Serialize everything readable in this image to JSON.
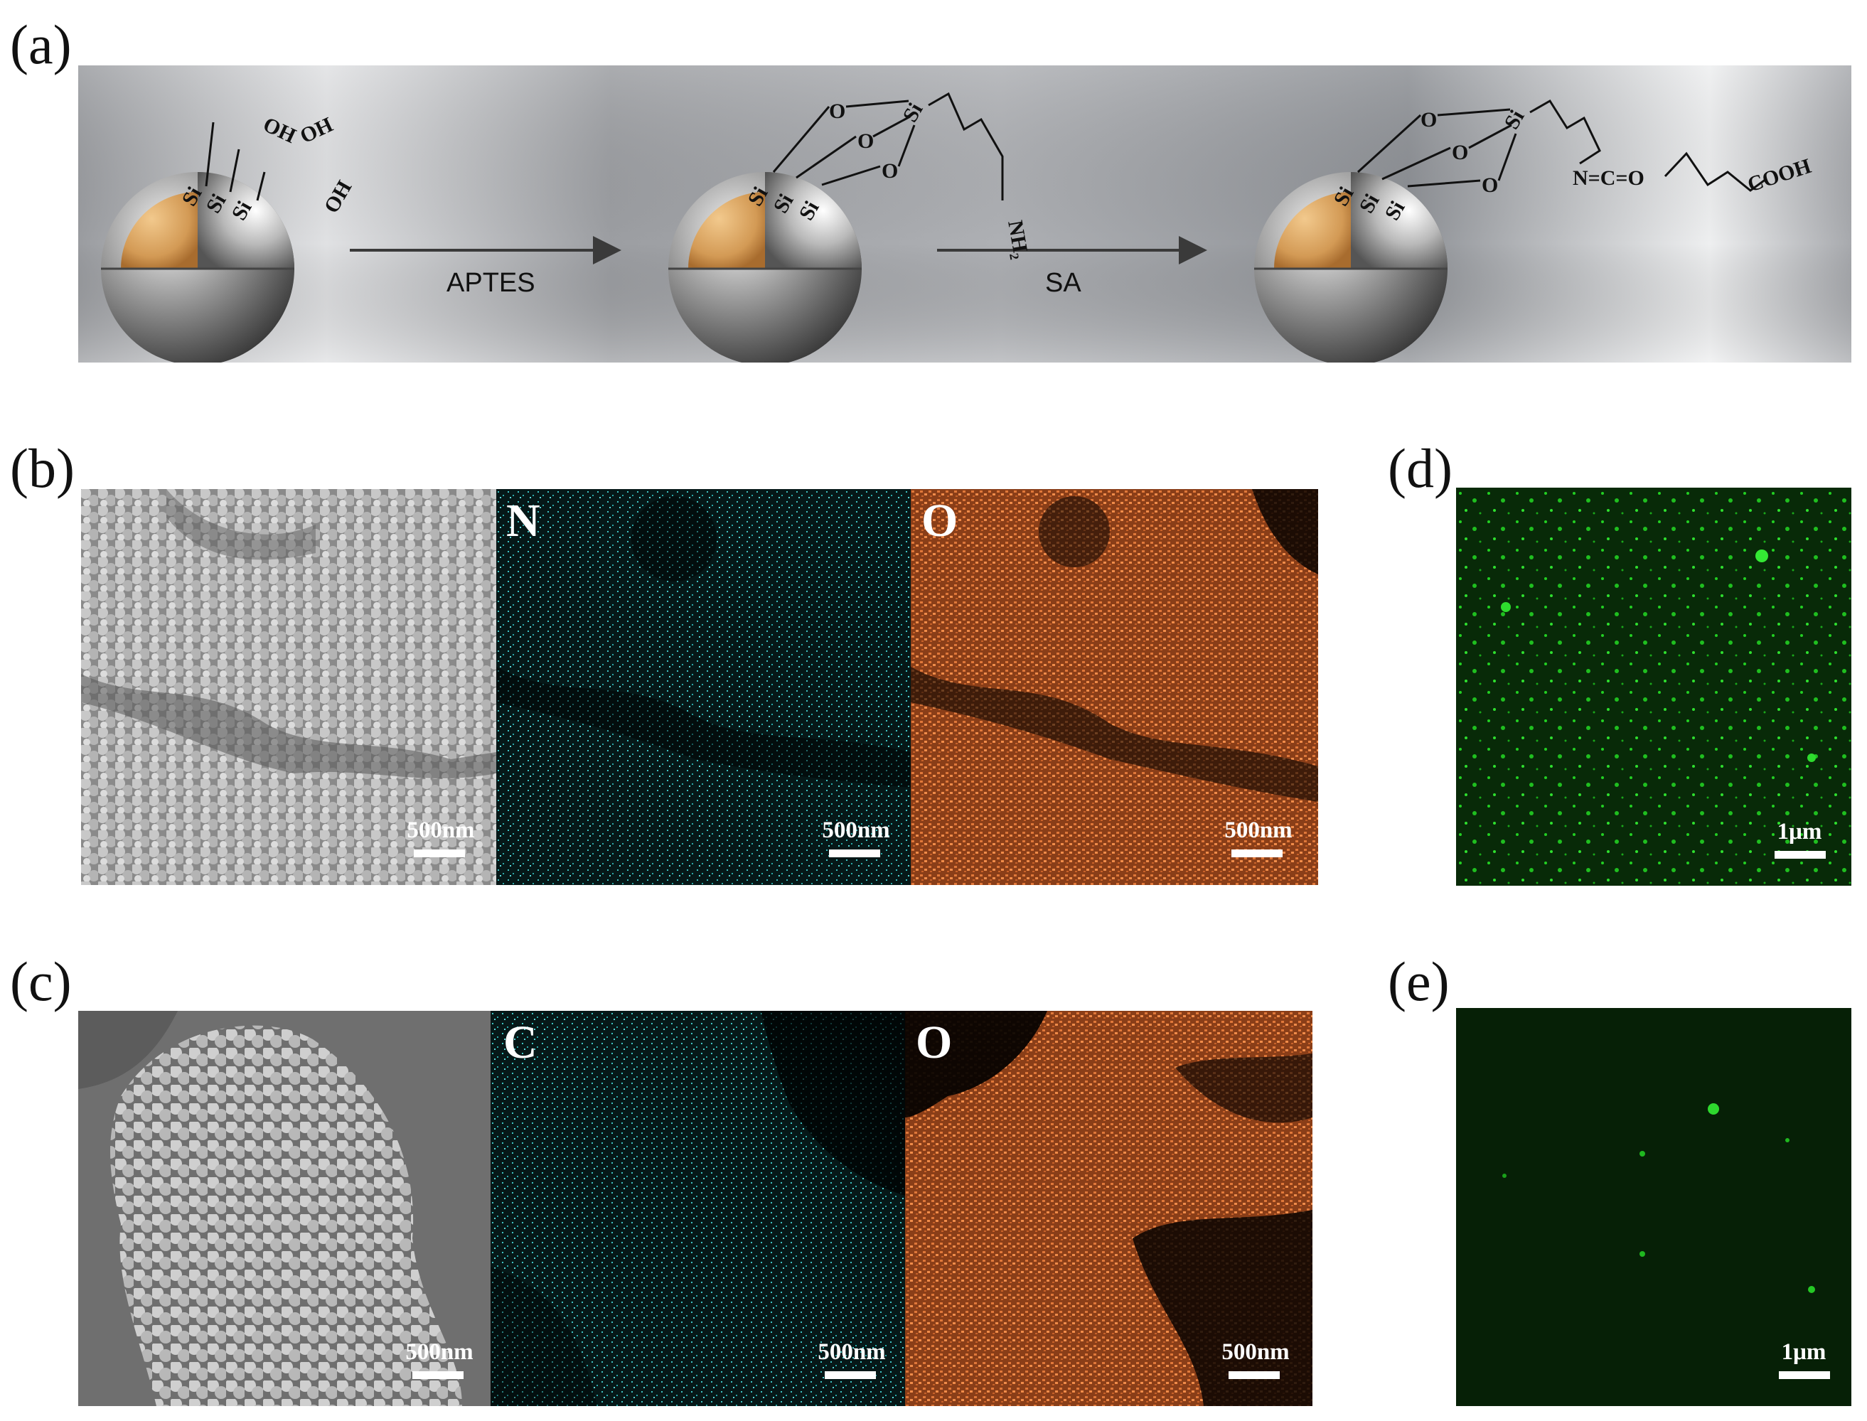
{
  "figure": {
    "panel_labels": {
      "a": "(a)",
      "b": "(b)",
      "c": "(c)",
      "d": "(d)",
      "e": "(e)"
    },
    "scheme": {
      "reagent_1": "APTES",
      "reagent_2": "SA",
      "stage1": {
        "si_1": "Si",
        "si_2": "Si",
        "si_3": "Si",
        "oh_1": "OH",
        "oh_2": "OH",
        "oh_3": "OH"
      },
      "stage2": {
        "si_1": "Si",
        "si_2": "Si",
        "si_3": "Si",
        "o_1": "O",
        "o_2": "O",
        "o_3": "O",
        "si_top": "Si",
        "amine": "NH₂"
      },
      "stage3": {
        "si_1": "Si",
        "si_2": "Si",
        "si_3": "Si",
        "o_1": "O",
        "o_2": "O",
        "o_3": "O",
        "si_top": "Si",
        "linker": "N=C=O",
        "acid": "COOH"
      },
      "colors": {
        "band_dark": "#8e9196",
        "band_light": "#e6e7e9",
        "shell": "#9a9a9a",
        "core": "#d9a461",
        "arrow": "#3a3a3a"
      }
    },
    "row_b": {
      "element_1": "N",
      "element_2": "O",
      "scalebar_sem": "500nm",
      "scalebar_map1": "500nm",
      "scalebar_map2": "500nm"
    },
    "row_c": {
      "element_1": "C",
      "element_2": "O",
      "scalebar_sem": "500nm",
      "scalebar_map1": "500nm",
      "scalebar_map2": "500nm"
    },
    "panel_d": {
      "scalebar": "1μm"
    },
    "panel_e": {
      "scalebar": "1μm"
    },
    "map_colors": {
      "sem": "#9a9a9a",
      "cyan": "#3fc4c4",
      "orange": "#e0783a",
      "green": "#22d022"
    }
  }
}
